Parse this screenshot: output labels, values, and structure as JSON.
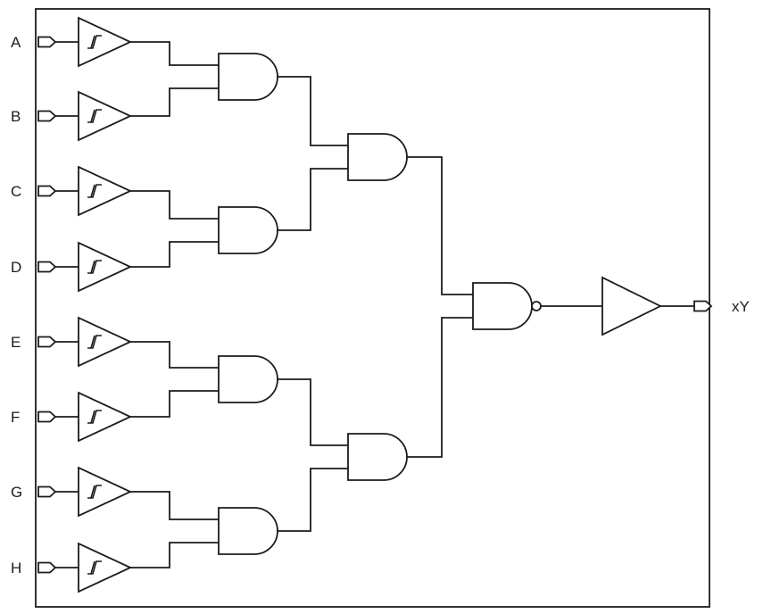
{
  "diagram": {
    "type": "logic-schematic",
    "description": "8-input Schmitt-trigger NAND/AND logic diagram",
    "inputs": [
      {
        "label": "A"
      },
      {
        "label": "B"
      },
      {
        "label": "C"
      },
      {
        "label": "D"
      },
      {
        "label": "E"
      },
      {
        "label": "F"
      },
      {
        "label": "G"
      },
      {
        "label": "H"
      }
    ],
    "output_label": "xY",
    "input_buffers": "schmitt-trigger-buffer",
    "gates": [
      {
        "name": "and-ab",
        "type": "AND",
        "inputs": [
          "A",
          "B"
        ]
      },
      {
        "name": "and-cd",
        "type": "AND",
        "inputs": [
          "C",
          "D"
        ]
      },
      {
        "name": "and-ef",
        "type": "AND",
        "inputs": [
          "E",
          "F"
        ]
      },
      {
        "name": "and-gh",
        "type": "AND",
        "inputs": [
          "G",
          "H"
        ]
      },
      {
        "name": "and-abcd",
        "type": "AND",
        "inputs": [
          "and-ab",
          "and-cd"
        ]
      },
      {
        "name": "and-efgh",
        "type": "AND",
        "inputs": [
          "and-ef",
          "and-gh"
        ]
      },
      {
        "name": "nand-final",
        "type": "NAND",
        "inputs": [
          "and-abcd",
          "and-efgh"
        ]
      },
      {
        "name": "output-buffer",
        "type": "BUFFER",
        "inputs": [
          "nand-final"
        ],
        "drives": "xY"
      }
    ],
    "colors": {
      "stroke": "#1b1b1b",
      "background": "#ffffff"
    }
  }
}
